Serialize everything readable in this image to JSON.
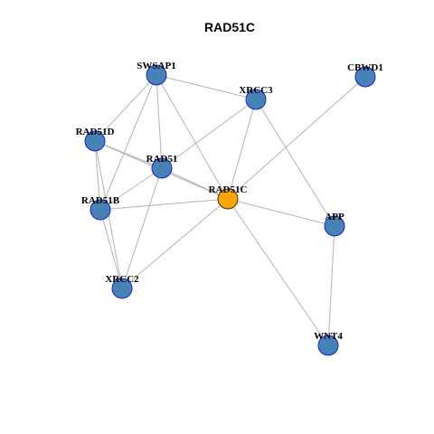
{
  "graph": {
    "title": "RAD51C",
    "colors": {
      "node": "#4682b4",
      "center": "#ffa500",
      "edge": "#b4b4b4",
      "border": "#1f1fd6"
    },
    "nodes": [
      {
        "id": "SWSAP1",
        "label": "SWSAP1"
      },
      {
        "id": "CBWD1",
        "label": "CBWD1"
      },
      {
        "id": "XRCC3",
        "label": "XRCC3"
      },
      {
        "id": "RAD51D",
        "label": "RAD51D"
      },
      {
        "id": "RAD51",
        "label": "RAD51"
      },
      {
        "id": "RAD51C",
        "label": "RAD51C",
        "center": true
      },
      {
        "id": "RAD51B",
        "label": "RAD51B"
      },
      {
        "id": "APP",
        "label": "APP"
      },
      {
        "id": "XRCC2",
        "label": "XRCC2"
      },
      {
        "id": "WNT4",
        "label": "WNT4"
      }
    ],
    "edges": [
      [
        "SWSAP1",
        "XRCC3"
      ],
      [
        "SWSAP1",
        "RAD51D"
      ],
      [
        "SWSAP1",
        "RAD51"
      ],
      [
        "SWSAP1",
        "RAD51C"
      ],
      [
        "SWSAP1",
        "RAD51B"
      ],
      [
        "XRCC3",
        "RAD51"
      ],
      [
        "XRCC3",
        "RAD51C"
      ],
      [
        "XRCC3",
        "APP"
      ],
      [
        "CBWD1",
        "RAD51C"
      ],
      [
        "RAD51D",
        "RAD51"
      ],
      [
        "RAD51D",
        "RAD51C"
      ],
      [
        "RAD51D",
        "RAD51B"
      ],
      [
        "RAD51D",
        "XRCC2"
      ],
      [
        "RAD51",
        "RAD51C"
      ],
      [
        "RAD51",
        "RAD51B"
      ],
      [
        "RAD51",
        "XRCC2"
      ],
      [
        "RAD51B",
        "RAD51C"
      ],
      [
        "RAD51B",
        "XRCC2"
      ],
      [
        "RAD51C",
        "XRCC2"
      ],
      [
        "RAD51C",
        "APP"
      ],
      [
        "RAD51C",
        "WNT4"
      ],
      [
        "APP",
        "WNT4"
      ]
    ]
  }
}
